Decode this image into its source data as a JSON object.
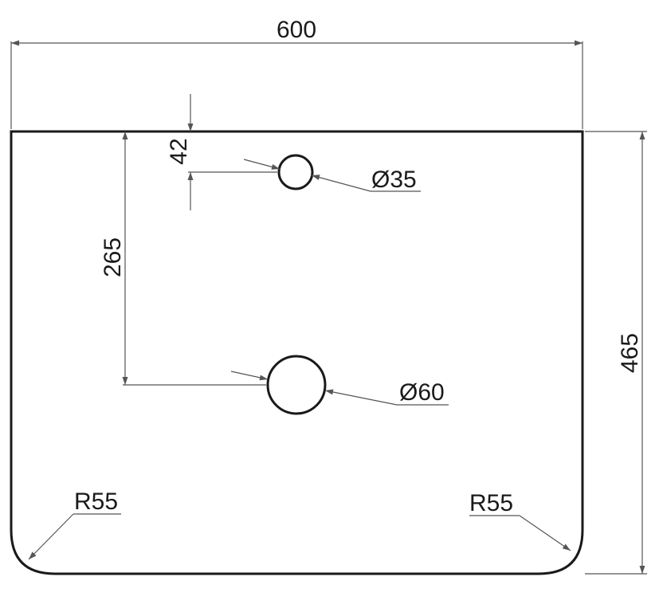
{
  "dimensions": {
    "width": "600",
    "height": "465",
    "offset_top_small_hole": "42",
    "offset_top_large_hole": "265",
    "small_hole_diameter": "Ø35",
    "large_hole_diameter": "Ø60",
    "radius_left": "R55",
    "radius_right": "R55"
  },
  "colors": {
    "outline": "#1a1a1a",
    "dimension_lines": "#555555",
    "background": "#ffffff"
  }
}
